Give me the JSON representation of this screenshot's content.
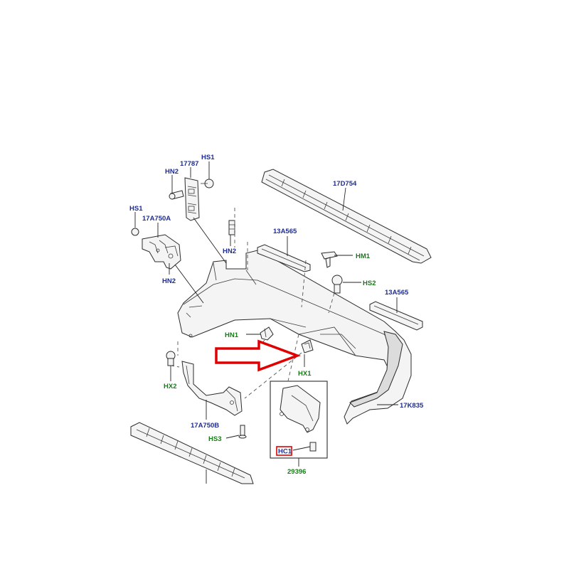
{
  "colors": {
    "part_number_label": "#1e2d8f",
    "fastener_label": "#1a7a1a",
    "highlight": "#e00000",
    "line": "#2b2b2b"
  },
  "labels": {
    "hs1_top": "HS1",
    "p17787": "17787",
    "hn2_top": "HN2",
    "hs1_left": "HS1",
    "p17a750a": "17A750A",
    "hn2_mid": "HN2",
    "hn2_left": "HN2",
    "p17d754": "17D754",
    "p13a565_left": "13A565",
    "hm1": "HM1",
    "hs2": "HS2",
    "p13a565_right": "13A565",
    "hn1": "HN1",
    "hx1": "HX1",
    "hx2": "HX2",
    "p17k835": "17K835",
    "p17a750b": "17A750B",
    "hs3": "HS3",
    "hc1": "HC1",
    "p29396": "29396"
  },
  "icons": {
    "callout_arrow": "red-outline-arrow-right"
  }
}
